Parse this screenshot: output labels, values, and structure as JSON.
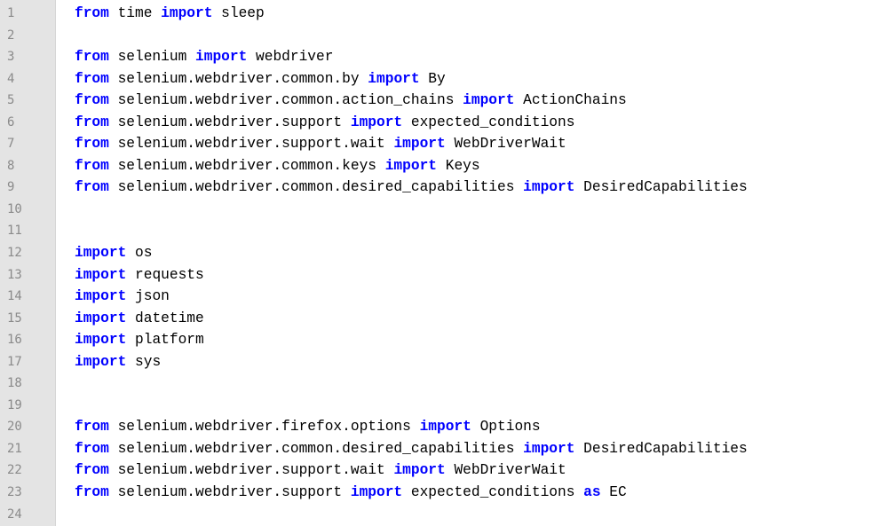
{
  "colors": {
    "keyword": "#0000ff",
    "text": "#000000",
    "line_number": "#8a8a8a",
    "gutter_bg": "#e4e4e4",
    "editor_bg": "#ffffff"
  },
  "lines": [
    {
      "number": "1",
      "tokens": [
        {
          "t": "kw",
          "v": "from"
        },
        {
          "t": "tx",
          "v": " time "
        },
        {
          "t": "kw",
          "v": "import"
        },
        {
          "t": "tx",
          "v": " sleep"
        }
      ]
    },
    {
      "number": "2",
      "tokens": []
    },
    {
      "number": "3",
      "tokens": [
        {
          "t": "kw",
          "v": "from"
        },
        {
          "t": "tx",
          "v": " selenium "
        },
        {
          "t": "kw",
          "v": "import"
        },
        {
          "t": "tx",
          "v": " webdriver"
        }
      ]
    },
    {
      "number": "4",
      "tokens": [
        {
          "t": "kw",
          "v": "from"
        },
        {
          "t": "tx",
          "v": " selenium.webdriver.common.by "
        },
        {
          "t": "kw",
          "v": "import"
        },
        {
          "t": "tx",
          "v": " By"
        }
      ]
    },
    {
      "number": "5",
      "tokens": [
        {
          "t": "kw",
          "v": "from"
        },
        {
          "t": "tx",
          "v": " selenium.webdriver.common.action_chains "
        },
        {
          "t": "kw",
          "v": "import"
        },
        {
          "t": "tx",
          "v": " ActionChains"
        }
      ]
    },
    {
      "number": "6",
      "tokens": [
        {
          "t": "kw",
          "v": "from"
        },
        {
          "t": "tx",
          "v": " selenium.webdriver.support "
        },
        {
          "t": "kw",
          "v": "import"
        },
        {
          "t": "tx",
          "v": " expected_conditions"
        }
      ]
    },
    {
      "number": "7",
      "tokens": [
        {
          "t": "kw",
          "v": "from"
        },
        {
          "t": "tx",
          "v": " selenium.webdriver.support.wait "
        },
        {
          "t": "kw",
          "v": "import"
        },
        {
          "t": "tx",
          "v": " WebDriverWait"
        }
      ]
    },
    {
      "number": "8",
      "tokens": [
        {
          "t": "kw",
          "v": "from"
        },
        {
          "t": "tx",
          "v": " selenium.webdriver.common.keys "
        },
        {
          "t": "kw",
          "v": "import"
        },
        {
          "t": "tx",
          "v": " Keys"
        }
      ]
    },
    {
      "number": "9",
      "tokens": [
        {
          "t": "kw",
          "v": "from"
        },
        {
          "t": "tx",
          "v": " selenium.webdriver.common.desired_capabilities "
        },
        {
          "t": "kw",
          "v": "import"
        },
        {
          "t": "tx",
          "v": " DesiredCapabilities"
        }
      ]
    },
    {
      "number": "10",
      "tokens": []
    },
    {
      "number": "11",
      "tokens": []
    },
    {
      "number": "12",
      "tokens": [
        {
          "t": "kw",
          "v": "import"
        },
        {
          "t": "tx",
          "v": " os"
        }
      ]
    },
    {
      "number": "13",
      "tokens": [
        {
          "t": "kw",
          "v": "import"
        },
        {
          "t": "tx",
          "v": " requests"
        }
      ]
    },
    {
      "number": "14",
      "tokens": [
        {
          "t": "kw",
          "v": "import"
        },
        {
          "t": "tx",
          "v": " json"
        }
      ]
    },
    {
      "number": "15",
      "tokens": [
        {
          "t": "kw",
          "v": "import"
        },
        {
          "t": "tx",
          "v": " datetime"
        }
      ]
    },
    {
      "number": "16",
      "tokens": [
        {
          "t": "kw",
          "v": "import"
        },
        {
          "t": "tx",
          "v": " platform"
        }
      ]
    },
    {
      "number": "17",
      "tokens": [
        {
          "t": "kw",
          "v": "import"
        },
        {
          "t": "tx",
          "v": " sys"
        }
      ]
    },
    {
      "number": "18",
      "tokens": []
    },
    {
      "number": "19",
      "tokens": []
    },
    {
      "number": "20",
      "tokens": [
        {
          "t": "kw",
          "v": "from"
        },
        {
          "t": "tx",
          "v": " selenium.webdriver.firefox.options "
        },
        {
          "t": "kw",
          "v": "import"
        },
        {
          "t": "tx",
          "v": " Options"
        }
      ]
    },
    {
      "number": "21",
      "tokens": [
        {
          "t": "kw",
          "v": "from"
        },
        {
          "t": "tx",
          "v": " selenium.webdriver.common.desired_capabilities "
        },
        {
          "t": "kw",
          "v": "import"
        },
        {
          "t": "tx",
          "v": " DesiredCapabilities"
        }
      ]
    },
    {
      "number": "22",
      "tokens": [
        {
          "t": "kw",
          "v": "from"
        },
        {
          "t": "tx",
          "v": " selenium.webdriver.support.wait "
        },
        {
          "t": "kw",
          "v": "import"
        },
        {
          "t": "tx",
          "v": " WebDriverWait"
        }
      ]
    },
    {
      "number": "23",
      "tokens": [
        {
          "t": "kw",
          "v": "from"
        },
        {
          "t": "tx",
          "v": " selenium.webdriver.support "
        },
        {
          "t": "kw",
          "v": "import"
        },
        {
          "t": "tx",
          "v": " expected_conditions "
        },
        {
          "t": "kw",
          "v": "as"
        },
        {
          "t": "tx",
          "v": " EC"
        }
      ]
    },
    {
      "number": "24",
      "tokens": []
    }
  ]
}
